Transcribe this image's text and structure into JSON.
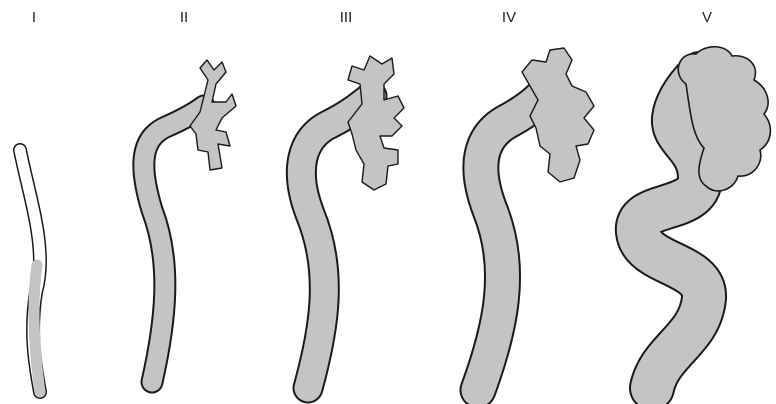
{
  "figure": {
    "grades": [
      {
        "label": "I"
      },
      {
        "label": "II"
      },
      {
        "label": "III"
      },
      {
        "label": "IV"
      },
      {
        "label": "V"
      }
    ]
  },
  "colors": {
    "fill": "#c4c4c4",
    "outline": "#1a1a1a",
    "background": "#ffffff"
  }
}
